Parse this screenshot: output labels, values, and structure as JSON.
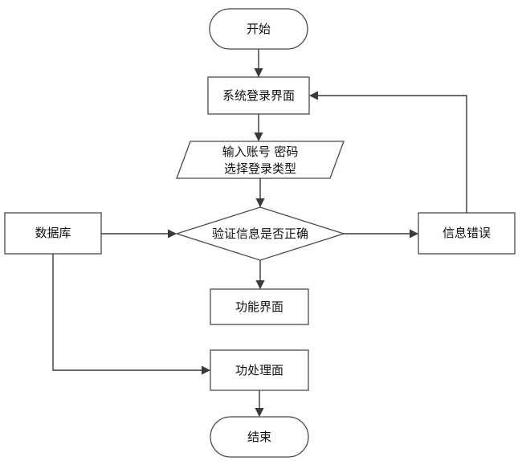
{
  "nodes": {
    "start": "开始",
    "login_screen": "系统登录界面",
    "input_line1": "输入账号 密码",
    "input_line2": "选择登录类型",
    "verify": "验证信息是否正确",
    "database": "数据库",
    "info_error": "信息错误",
    "function_screen": "功能界面",
    "process_screen": "功处理面",
    "end": "结束"
  }
}
